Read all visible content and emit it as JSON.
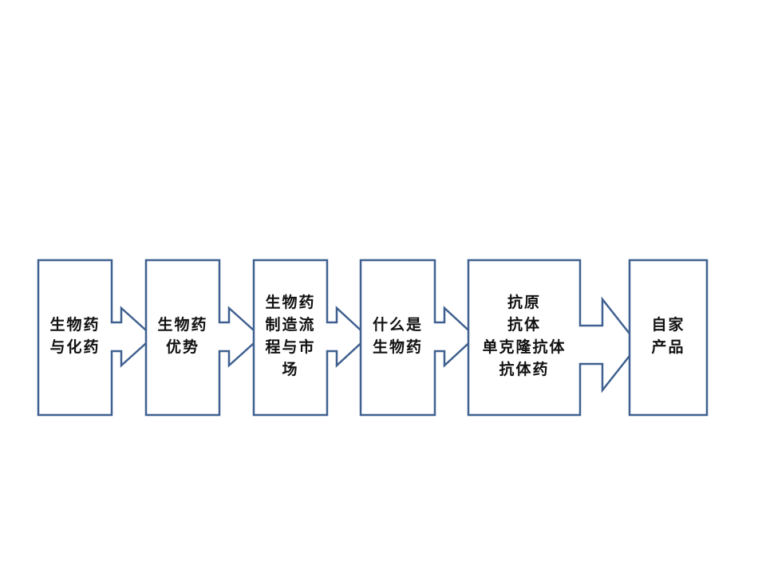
{
  "colors": {
    "stroke": "#3f6090",
    "fill": "#ffffff",
    "text": "#111111"
  },
  "steps": [
    {
      "lines": [
        "生物药",
        "与化药"
      ]
    },
    {
      "lines": [
        "生物药",
        "优势"
      ]
    },
    {
      "lines": [
        "生物药",
        "制造流",
        "程与市",
        "场"
      ]
    },
    {
      "lines": [
        "什么是",
        "生物药"
      ]
    },
    {
      "lines": [
        "抗原",
        "抗体",
        "单克隆抗体",
        "抗体药"
      ]
    },
    {
      "lines": [
        "自家",
        "产品"
      ]
    }
  ]
}
